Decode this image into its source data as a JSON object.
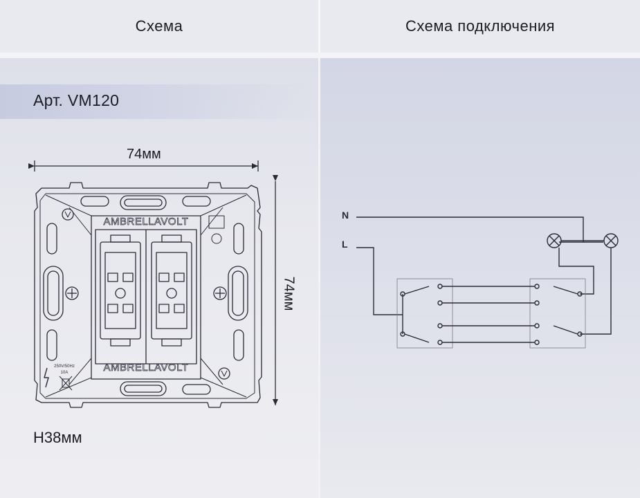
{
  "tabs": {
    "left": "Схема",
    "right": "Схема подключения"
  },
  "product": {
    "article": "Арт. VM120",
    "width": "74мм",
    "height": "74мм",
    "depth": "H38мм",
    "brand_top": "AMBRELLAVOLT",
    "brand_bottom": "AMBRELLAVOLT",
    "rating_line1": "250V/50Hz",
    "rating_line2": "10A"
  },
  "wiring": {
    "neutral": "N",
    "line": "L"
  },
  "colors": {
    "line_art": "#2a2a36",
    "accent_band": "#c7cbe0"
  },
  "icons": [
    "eac-mark",
    "ce-mark",
    "lamp-symbol",
    "screw-icon",
    "recycle-crossed-bin"
  ]
}
